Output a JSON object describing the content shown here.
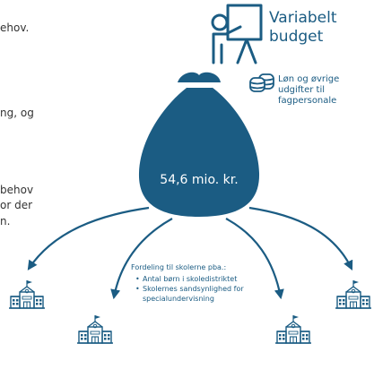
{
  "left_text_fragments": [
    "ehov.",
    "ng, og",
    "behov",
    "or der",
    "n."
  ],
  "variable_budget": {
    "title_line1": "Variabelt",
    "title_line2": "budget",
    "note_line1": "Løn og øvrige",
    "note_line2": "udgifter til",
    "note_line3": "fagpersonale"
  },
  "money_bag": {
    "amount": "54,6 mio. kr."
  },
  "distribution": {
    "heading": "Fordeling til skolerne pba.:",
    "bullets": [
      "Antal børn i skoledistriktet",
      "Skolernes sandsynlighed for",
      "specialundervisning"
    ]
  },
  "colors": {
    "primary": "#1b5c83",
    "text": "#333333",
    "background": "#ffffff"
  },
  "icons": [
    "teacher-at-board-icon",
    "coins-icon",
    "money-bag-icon",
    "school-icon"
  ]
}
